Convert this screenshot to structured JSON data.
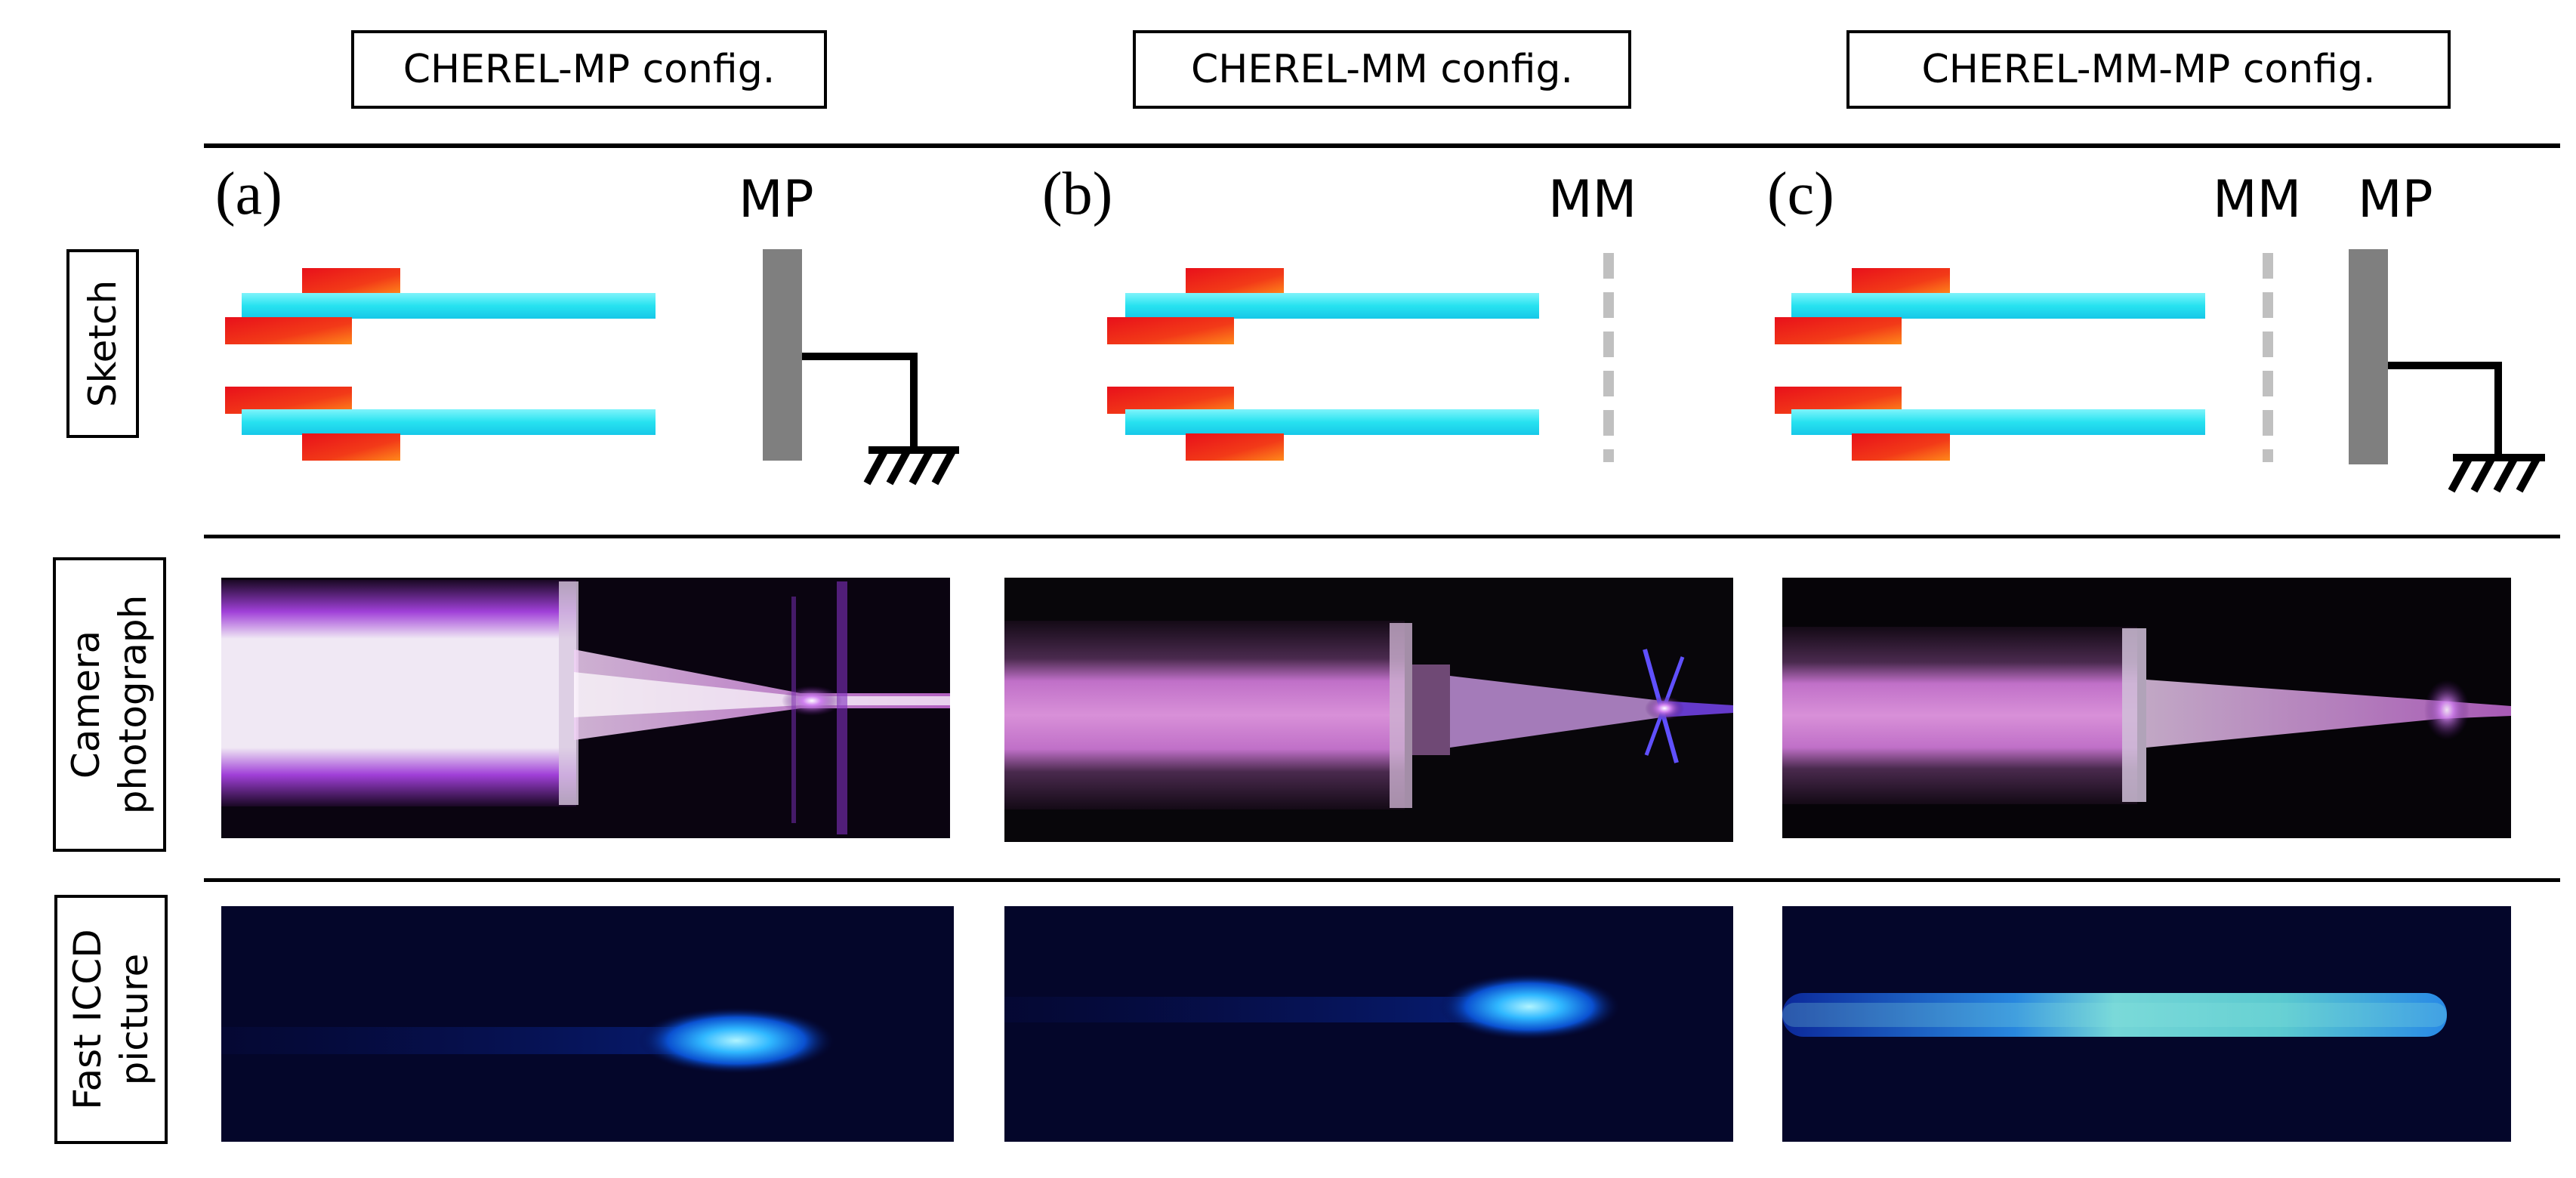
{
  "header": {
    "columns": [
      {
        "config_label": "CHEREL-MP config.",
        "panel_letter": "(a)",
        "electrode_labels": [
          "MP"
        ]
      },
      {
        "config_label": "CHEREL-MM config.",
        "panel_letter": "(b)",
        "electrode_labels": [
          "MM"
        ]
      },
      {
        "config_label": "CHEREL-MM-MP config.",
        "panel_letter": "(c)",
        "electrode_labels": [
          "MM",
          "MP"
        ]
      }
    ]
  },
  "rows": {
    "sketch": {
      "label": "Sketch"
    },
    "camera": {
      "label_line1": "Camera",
      "label_line2": "photograph"
    },
    "iccd": {
      "label_line1": "Fast ICCD",
      "label_line2": "picture"
    }
  },
  "colors": {
    "tube": "#2ee6f2",
    "electrode_red": "#f0201a",
    "electrode_orange": "#ff7a1a",
    "metal_plate": "#7f7f7f",
    "mesh": "#bfbfbf",
    "plasma_purple": "#b040e0",
    "iccd_blue": "#1a8cff",
    "iccd_background": "#04062a"
  }
}
